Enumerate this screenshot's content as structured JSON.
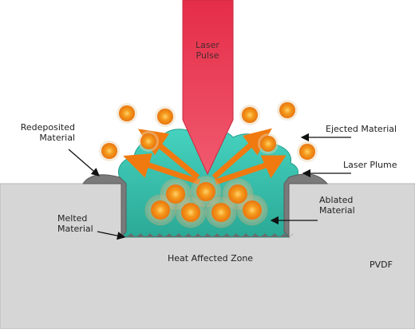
{
  "labels": {
    "laser_line1": "Laser",
    "laser_line2": "Pulse",
    "redeposited_line1": "Redeposited",
    "redeposited_line2": "Material",
    "ejected": "Ejected Material",
    "plume": "Laser Plume",
    "ablated_line1": "Ablated",
    "ablated_line2": "Material",
    "melted_line1": "Melted",
    "melted_line2": "Material",
    "haz": "Heat Affected Zone",
    "substrate": "PVDF"
  },
  "colors": {
    "laser": "#e8334e",
    "plume": "#3cc4b0",
    "particle": "#f07a10",
    "substrate": "#d6d6d6",
    "melted": "#6a6a6a",
    "arrows": "#f07a10"
  }
}
